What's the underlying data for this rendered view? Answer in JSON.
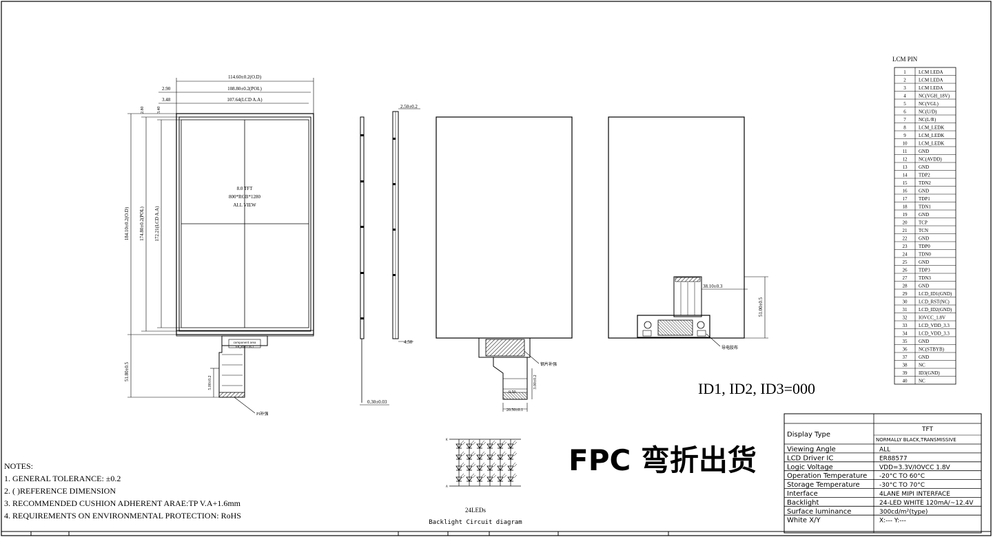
{
  "front_view": {
    "dims": {
      "outline_width": "114.60±0.2(O.D)",
      "pol_width": "108.80±0.2(POL)",
      "aa_width": "107.64(LCD A.A)",
      "left_offset_pol": "2.90",
      "left_offset_aa": "3.48",
      "top_offset_1": "2.80",
      "top_offset_2": "3.40",
      "outline_height": "184.10±0.2(O.D)",
      "pol_height": "174.80±0.2(POL)",
      "aa_height": "172.21(LCD A.A)",
      "fpc_length": "51.80±0.5",
      "fpc_tail": "5.00±0.2",
      "stiffener_note": "PI补强"
    },
    "center_text": [
      "8.0 TFT",
      "800*RGB*1280",
      "ALL VIEW"
    ],
    "fpc_label": [
      "component area",
      "ER_8577 (IC)"
    ]
  },
  "side_view": {
    "dims": {
      "thickness_top": "2.50±0.2",
      "thickness_small": "4.50",
      "fpc_thickness": "0.30±0.03"
    }
  },
  "back_view": {
    "dims": {
      "fpc_tail": "3.00±0.2",
      "pitch": "0.50",
      "fpc_width": "20.50±0.1"
    },
    "stiffener_note": "钢片补强"
  },
  "bent_view": {
    "dims": {
      "fpc_offset": "38.10±0.3",
      "height_offset": "51.00±0.5"
    },
    "conductive_note": "导电胶布",
    "id_note": "ID1, ID2, ID3=000"
  },
  "backlight": {
    "anode_label": "K",
    "cathode_label": "A",
    "led_count": "24LEDs",
    "caption": "Backlight Circuit diagram"
  },
  "fpc_notice": "FPC 弯折出货",
  "notes": {
    "title": "NOTES:",
    "items": [
      "1. GENERAL TOLERANCE: ±0.2",
      "2. (   )REFERENCE DIMENSION",
      "3. RECOMMENDED CUSHION ADHERENT ARAE:TP V.A+1.6mm",
      "4.  REQUIREMENTS ON ENVIRONMENTAL PROTECTION: RoHS"
    ]
  },
  "lcm_pin": {
    "title": "LCM PIN",
    "pins": [
      {
        "no": "1",
        "name": "LCM LEDA"
      },
      {
        "no": "2",
        "name": "LCM LEDA"
      },
      {
        "no": "3",
        "name": "LCM LEDA"
      },
      {
        "no": "4",
        "name": "NC(VGH_18V)"
      },
      {
        "no": "5",
        "name": "NC(VGL)"
      },
      {
        "no": "6",
        "name": "NC(U/D)"
      },
      {
        "no": "7",
        "name": "NC(L/R)"
      },
      {
        "no": "8",
        "name": "LCM_LEDK"
      },
      {
        "no": "9",
        "name": "LCM_LEDK"
      },
      {
        "no": "10",
        "name": "LCM_LEDK"
      },
      {
        "no": "11",
        "name": "GND"
      },
      {
        "no": "12",
        "name": "NC(AVDD)"
      },
      {
        "no": "13",
        "name": "GND"
      },
      {
        "no": "14",
        "name": "TDP2"
      },
      {
        "no": "15",
        "name": "TDN2"
      },
      {
        "no": "16",
        "name": "GND"
      },
      {
        "no": "17",
        "name": "TDP1"
      },
      {
        "no": "18",
        "name": "TDN1"
      },
      {
        "no": "19",
        "name": "GND"
      },
      {
        "no": "20",
        "name": "TCP"
      },
      {
        "no": "21",
        "name": "TCN"
      },
      {
        "no": "22",
        "name": "GND"
      },
      {
        "no": "23",
        "name": "TDP0"
      },
      {
        "no": "24",
        "name": "TDN0"
      },
      {
        "no": "25",
        "name": "GND"
      },
      {
        "no": "26",
        "name": "TDP3"
      },
      {
        "no": "27",
        "name": "TDN3"
      },
      {
        "no": "28",
        "name": "GND"
      },
      {
        "no": "29",
        "name": "LCD_ID1(GND)"
      },
      {
        "no": "30",
        "name": "LCD_RST(NC)"
      },
      {
        "no": "31",
        "name": "LCD_ID2(GND)"
      },
      {
        "no": "32",
        "name": "IOVCC_1.8V"
      },
      {
        "no": "33",
        "name": "LCD_VDD_3.3"
      },
      {
        "no": "34",
        "name": "LCD_VDD_3.3"
      },
      {
        "no": "35",
        "name": "GND"
      },
      {
        "no": "36",
        "name": "NC(STBYB)"
      },
      {
        "no": "37",
        "name": "GND"
      },
      {
        "no": "38",
        "name": "NC"
      },
      {
        "no": "39",
        "name": "ID3(GND)"
      },
      {
        "no": "40",
        "name": "NC"
      }
    ]
  },
  "spec_table": {
    "rows": [
      {
        "label": "Display Type",
        "value": "TFT",
        "value2": "NORMALLY BLACK,TRANSMISSIVE"
      },
      {
        "label": "Viewing Angle",
        "value": "ALL"
      },
      {
        "label": "LCD Driver IC",
        "value": "ER88577"
      },
      {
        "label": "Logic Voltage",
        "value": "VDD=3.3V/IOVCC 1.8V"
      },
      {
        "label": "Operation Temperature",
        "value": "-20°C TO 60°C"
      },
      {
        "label": "Storage Temperature",
        "value": "-30°C TO 70°C"
      },
      {
        "label": "Interface",
        "value": "4LANE MIPI INTERFACE"
      },
      {
        "label": "Backlight",
        "value": "24-LED WHITE 120mA/~12.4V"
      },
      {
        "label": "Surface luminance",
        "value": "300cd/m²(type)"
      },
      {
        "label": "White X/Y",
        "value": "X:---  Y:---"
      }
    ]
  }
}
